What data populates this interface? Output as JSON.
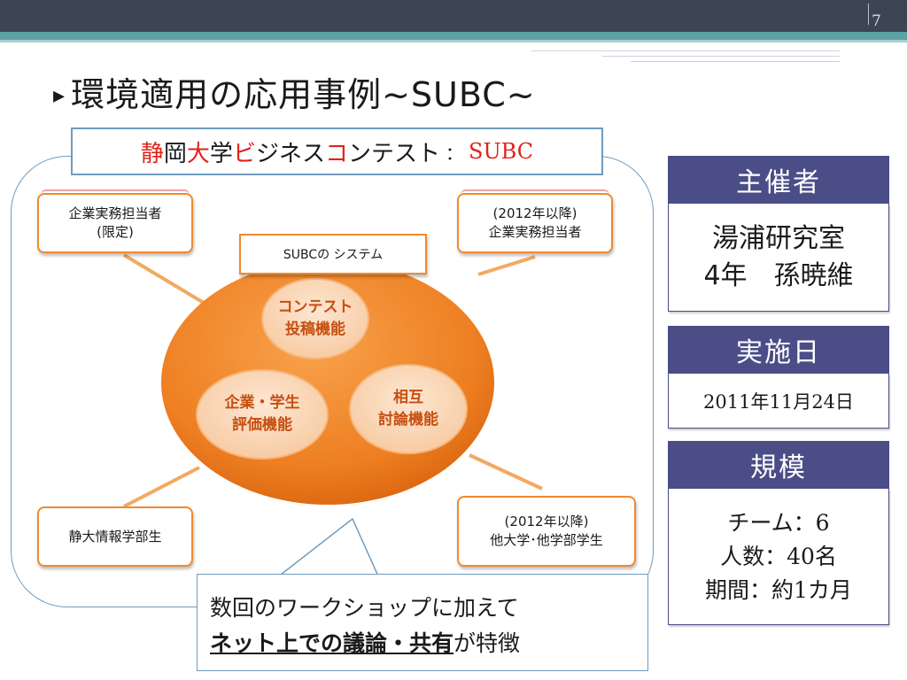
{
  "slide": {
    "page_number": "7",
    "title": "環境適用の応用事例~SUBC~",
    "title_marker": "▸"
  },
  "contest_banner": {
    "part1": "静",
    "part2": "岡",
    "part3": "大",
    "part4": "学",
    "part5": "ビ",
    "part6": "ジネス",
    "part7": "コ",
    "part8": "ンテスト",
    "separator": "：",
    "acronym": "SUBC",
    "highlight_color": "#e0231a"
  },
  "system_label": "SUBCの システム",
  "features": [
    {
      "line1": "コンテスト",
      "line2": "投稿機能"
    },
    {
      "line1": "企業・学生",
      "line2": "評価機能"
    },
    {
      "line1": "相互",
      "line2": "討論機能"
    }
  ],
  "participants": {
    "top_left": {
      "line1": "企業実務担当者",
      "line2": "(限定)"
    },
    "top_right": {
      "line1": "(2012年以降)",
      "line2": "企業実務担当者"
    },
    "bottom_left": {
      "line1": "静大情報学部生"
    },
    "bottom_right": {
      "line1": "(2012年以降)",
      "line2": "他大学･他学部学生"
    }
  },
  "callout": {
    "line1": "数回のワークショップに加えて",
    "emphasis": "ネット上での議論・共有",
    "suffix": "が特徴"
  },
  "info_panels": {
    "organizer": {
      "header": "主催者",
      "line1": "湯浦研究室",
      "line2": "4年　孫暁維"
    },
    "date": {
      "header": "実施日",
      "value": "2011年11月24日"
    },
    "scale": {
      "header": "規模",
      "line1": "チーム：6",
      "line2": "人数：40名",
      "line3": "期間：約1カ月"
    }
  },
  "colors": {
    "header_bar": "#3d4454",
    "teal_band": "#5aa2a3",
    "panel_header": "#4a4d86",
    "orange": "#f08a2e",
    "accent_red": "#e0231a"
  }
}
